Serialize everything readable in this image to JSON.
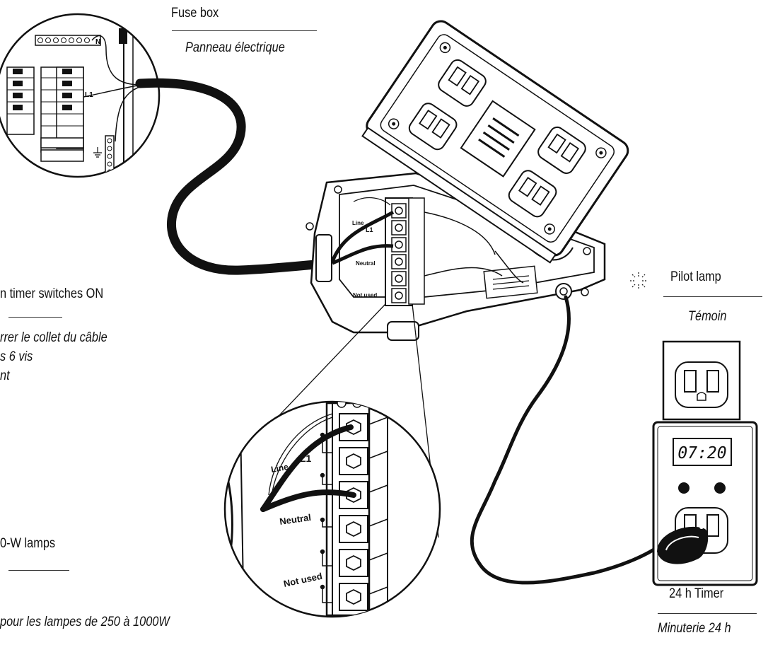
{
  "labels": {
    "fuse_box_en": "Fuse box",
    "fuse_box_fr": "Panneau électrique",
    "timer_on_en": "n timer switches ON",
    "timer_on_fr_1": "rrer le collet du câble",
    "timer_on_fr_2": "s 6 vis",
    "timer_on_fr_3": "nt",
    "lamps_en": "0-W lamps",
    "lamps_fr": "pour les lampes de 250 à 1000W",
    "pilot_lamp_en": "Pilot lamp",
    "pilot_lamp_fr": "Témoin",
    "timer_en": "24 h Timer",
    "timer_fr": "Minuterie 24 h"
  },
  "terminal_labels": {
    "line": "Line",
    "l1": "L1",
    "neutral": "Neutral",
    "not_used": "Not used"
  },
  "panel_labels": {
    "n": "N",
    "l1": "L1"
  },
  "timer_display": "07:20",
  "icons": {
    "pilot": "sparkle-icon",
    "ground": "ground-icon"
  }
}
